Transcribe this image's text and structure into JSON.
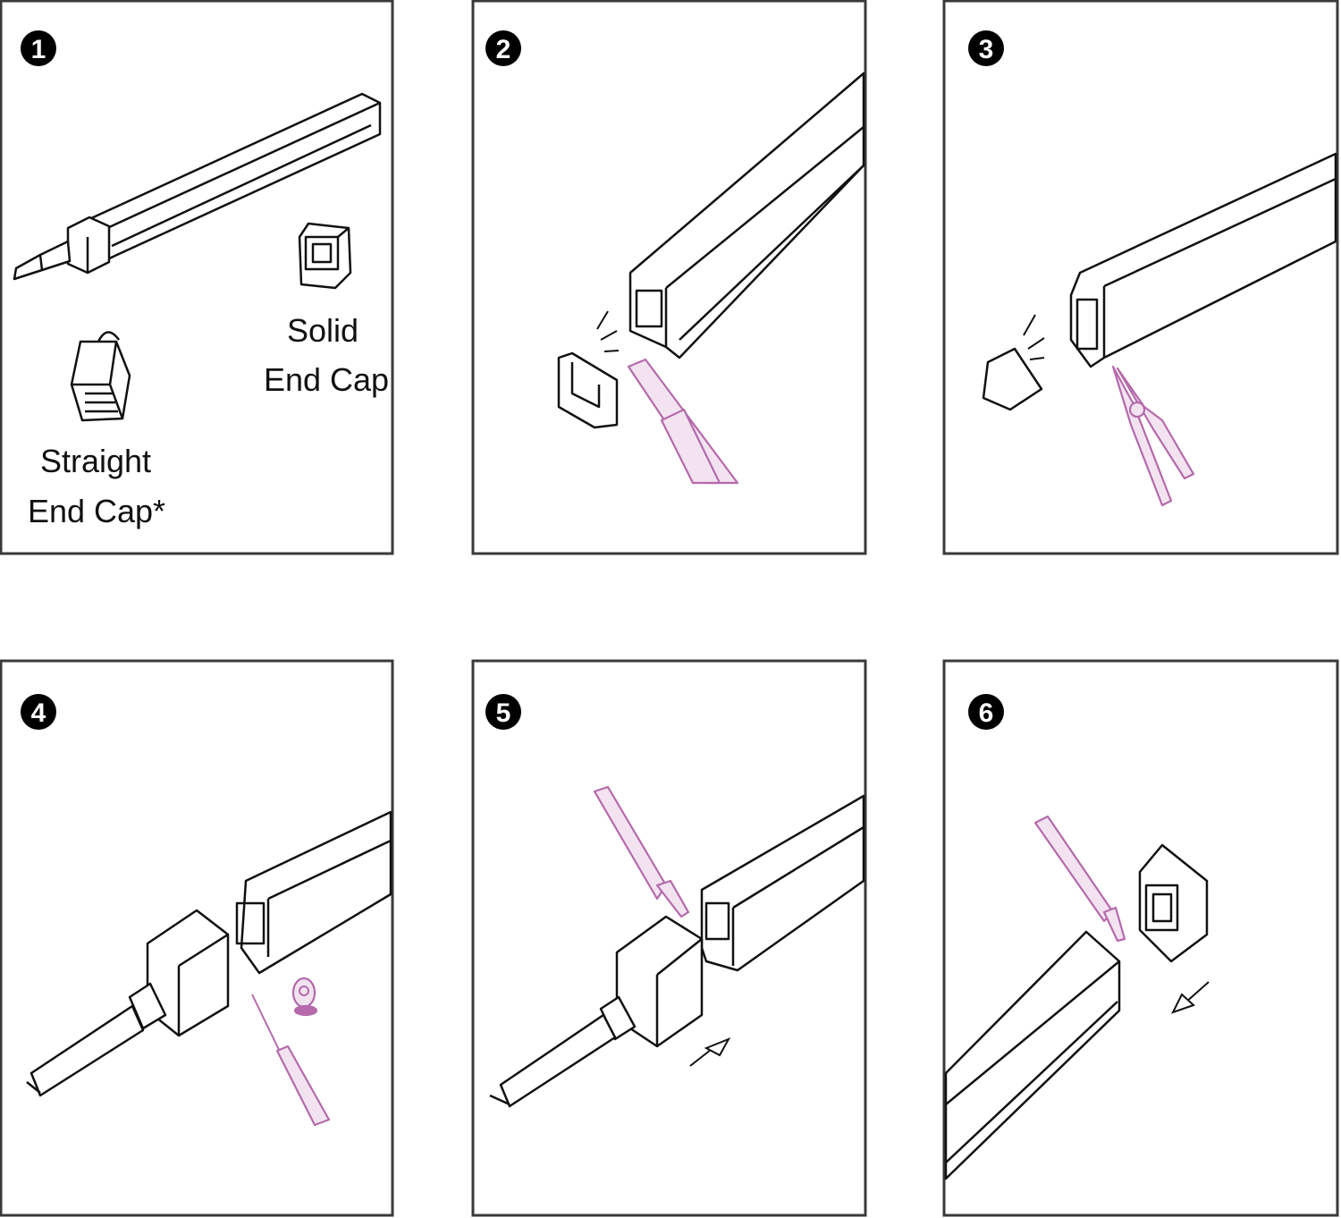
{
  "steps": [
    {
      "number": "1",
      "labels": {
        "solid_line1": "Solid",
        "solid_line2": "End Cap",
        "straight_line1": "Straight",
        "straight_line2": "End Cap*"
      }
    },
    {
      "number": "2"
    },
    {
      "number": "3"
    },
    {
      "number": "4"
    },
    {
      "number": "5"
    },
    {
      "number": "6"
    }
  ],
  "colors": {
    "frame": "#3a3a3a",
    "tool_accent": "#b46aab"
  }
}
